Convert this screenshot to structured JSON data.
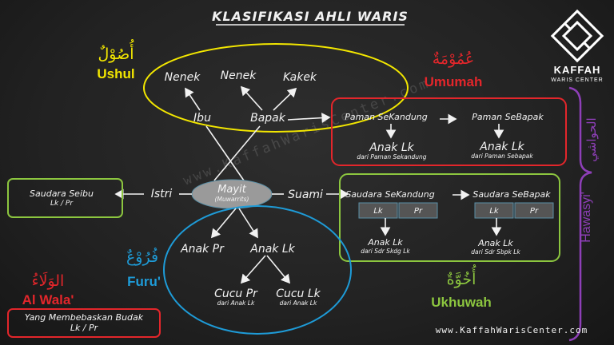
{
  "title": "KLASIFIKASI AHLI WARIS",
  "logo": {
    "name": "KAFFAH",
    "subtitle": "WARIS CENTER"
  },
  "watermark": "www.KaffahWarisCenter.com",
  "footer_url": "www.KaffahWarisCenter.com",
  "colors": {
    "ushul": "#f2e600",
    "umumah": "#e3262b",
    "furu": "#1e9bd7",
    "wala": "#e3262b",
    "ukhuwah": "#8cc63f",
    "hawasyi": "#8e3fb8",
    "mayit": "#9a9a9a"
  },
  "center": {
    "name": "Mayit",
    "sub": "(Muwarrits)"
  },
  "spouses": {
    "wife": "Istri",
    "husband": "Suami"
  },
  "ushul": {
    "arabic": "أُصُوْلٌ",
    "label": "Ushul",
    "grandparents": [
      "Nenek",
      "Nenek",
      "Kakek"
    ],
    "mother": "Ibu",
    "father": "Bapak"
  },
  "umumah": {
    "arabic": "عُمُوْمَةٌ",
    "label": "Umumah",
    "uncle_full": "Paman SeKandung",
    "uncle_paternal": "Paman SeBapak",
    "child_full": {
      "name": "Anak Lk",
      "sub": "dari Paman Sekandung"
    },
    "child_paternal": {
      "name": "Anak Lk",
      "sub": "dari Paman Sebapak"
    }
  },
  "ukhuwah": {
    "arabic": "أُخُوَّةٌ",
    "label": "Ukhuwah",
    "sibling_full": "Saudara SeKandung",
    "sibling_paternal": "Saudara SeBapak",
    "lk": "Lk",
    "pr": "Pr",
    "child_full": {
      "name": "Anak Lk",
      "sub": "dari Sdr Skdg Lk"
    },
    "child_paternal": {
      "name": "Anak Lk",
      "sub": "dari Sdr Sbpk Lk"
    }
  },
  "hawasyi": {
    "arabic": "الحواشي",
    "label": "Hawasyi'"
  },
  "seibu": {
    "name": "Saudara Seibu",
    "sub": "Lk / Pr"
  },
  "furu": {
    "arabic": "فُرُوْعٌ",
    "label": "Furu'",
    "daughter": "Anak Pr",
    "son": "Anak Lk",
    "granddaughter": {
      "name": "Cucu Pr",
      "sub": "dari Anak Lk"
    },
    "grandson": {
      "name": "Cucu Lk",
      "sub": "dari Anak Lk"
    }
  },
  "wala": {
    "arabic": "الوَلَاءُ",
    "label": "Al Wala'",
    "desc": "Yang Membebaskan Budak",
    "sub": "Lk / Pr"
  }
}
